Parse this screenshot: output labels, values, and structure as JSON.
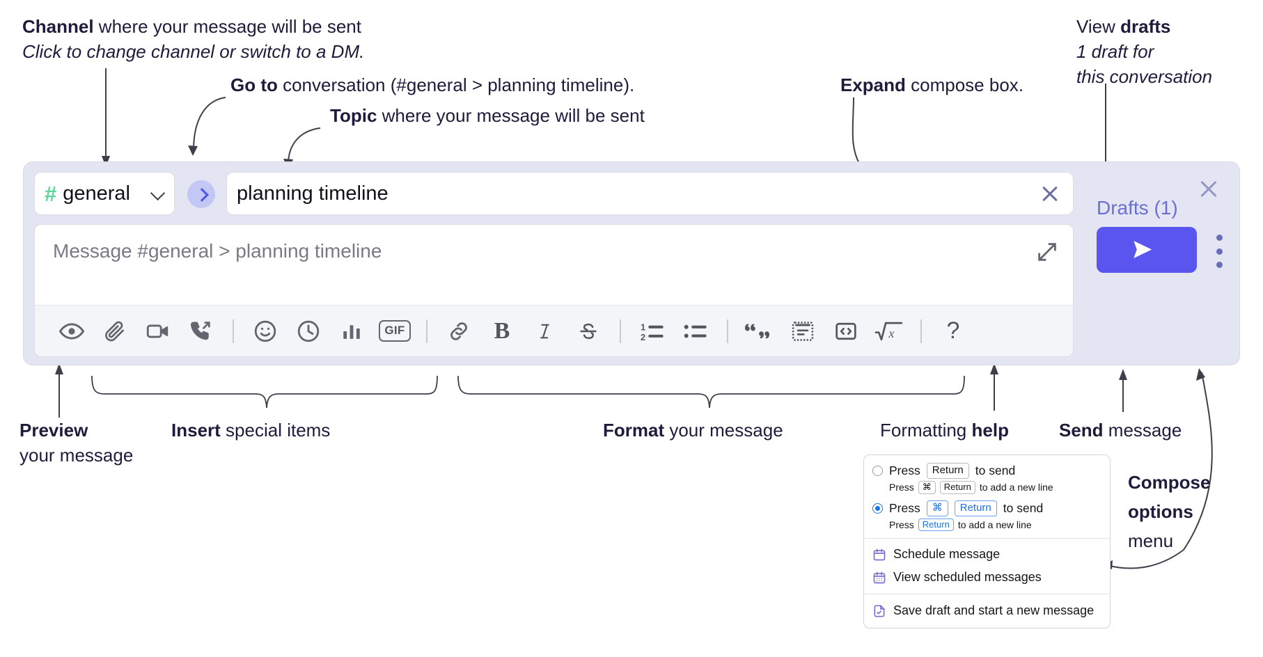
{
  "annotations": {
    "channel": {
      "bold": "Channel",
      "rest": " where your message will be sent",
      "sub": "Click to change channel or switch to a DM."
    },
    "goto": {
      "bold": "Go to",
      "rest": " conversation (#general > planning timeline)."
    },
    "topic": {
      "bold": "Topic",
      "rest": " where your message will be sent"
    },
    "expand": {
      "bold": "Expand",
      "rest": " compose box."
    },
    "drafts": {
      "pre": "View ",
      "bold": "drafts",
      "line2": "1 draft for",
      "line3": "this conversation"
    },
    "preview": {
      "bold": "Preview",
      "line2": "your message"
    },
    "insert": {
      "bold": "Insert",
      "rest": " special items"
    },
    "format": {
      "bold": "Format",
      "rest": " your message"
    },
    "formatting_help": {
      "pre": "Formatting ",
      "bold": "help"
    },
    "send": {
      "bold": "Send",
      "rest": " message"
    },
    "compose_options": {
      "bold1": "Compose",
      "bold2": "options",
      "rest": "menu"
    }
  },
  "compose": {
    "channel_name": "general",
    "hash": "#",
    "topic_value": "planning timeline",
    "message_placeholder": "Message #general > planning timeline",
    "drafts_label": "Drafts (1)",
    "toolbar": [
      {
        "name": "preview-icon",
        "label": "Preview"
      },
      {
        "name": "attachment-icon",
        "label": "Attach file"
      },
      {
        "name": "video-icon",
        "label": "Record video clip"
      },
      {
        "name": "huddle-icon",
        "label": "Start a huddle"
      },
      {
        "name": "separator-1",
        "label": ""
      },
      {
        "name": "emoji-icon",
        "label": "Emoji"
      },
      {
        "name": "clock-icon",
        "label": "Reminder"
      },
      {
        "name": "poll-icon",
        "label": "Poll"
      },
      {
        "name": "gif-icon",
        "label": "GIF"
      },
      {
        "name": "separator-2",
        "label": ""
      },
      {
        "name": "link-icon",
        "label": "Link"
      },
      {
        "name": "bold-icon",
        "label": "B"
      },
      {
        "name": "italic-icon",
        "label": "I"
      },
      {
        "name": "strikethrough-icon",
        "label": "Strikethrough"
      },
      {
        "name": "separator-3",
        "label": ""
      },
      {
        "name": "ordered-list-icon",
        "label": "Ordered list"
      },
      {
        "name": "bulleted-list-icon",
        "label": "Bulleted list"
      },
      {
        "name": "separator-4",
        "label": ""
      },
      {
        "name": "blockquote-icon",
        "label": "Blockquote"
      },
      {
        "name": "code-block-icon",
        "label": "Code block"
      },
      {
        "name": "inline-code-icon",
        "label": "Code"
      },
      {
        "name": "math-icon",
        "label": "Math"
      },
      {
        "name": "separator-5",
        "label": ""
      },
      {
        "name": "help-icon",
        "label": "?"
      }
    ]
  },
  "options_menu": {
    "option1": {
      "press": "Press",
      "key": "Return",
      "tail": "to send",
      "sub_press": "Press",
      "sub_key1": "⌘",
      "sub_key2": "Return",
      "sub_tail": "to add a new line",
      "selected": false
    },
    "option2": {
      "press": "Press",
      "key1": "⌘",
      "key2": "Return",
      "tail": "to send",
      "sub_press": "Press",
      "sub_key": "Return",
      "sub_tail": "to add a new line",
      "selected": true
    },
    "items": [
      {
        "name": "schedule-message",
        "label": "Schedule message",
        "icon": "calendar-icon"
      },
      {
        "name": "view-scheduled-messages",
        "label": "View scheduled messages",
        "icon": "calendar-grid-icon"
      },
      {
        "name": "save-draft-new-message",
        "label": "Save draft and start a new message",
        "icon": "file-check-icon"
      }
    ]
  },
  "colors": {
    "panel_bg": "#e4e5f3",
    "accent_send": "#5b55ef",
    "hash_green": "#5ed79a",
    "goto_blue": "#4a56e8",
    "drafts_purple": "#6b6fd4",
    "text_dark": "#1d1c3a"
  }
}
